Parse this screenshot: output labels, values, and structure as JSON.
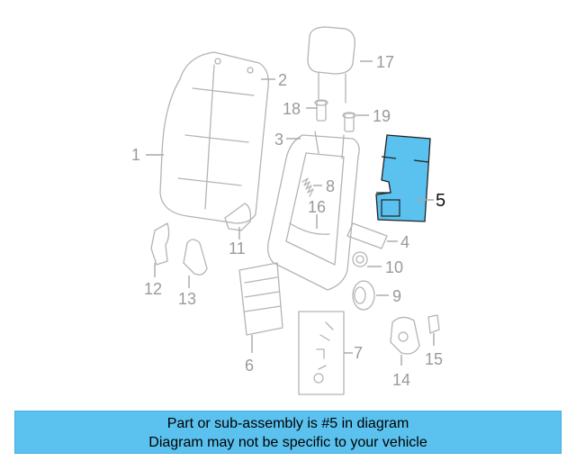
{
  "diagram": {
    "callouts": {
      "c1": "1",
      "c2": "2",
      "c3": "3",
      "c4": "4",
      "c5": "5",
      "c6": "6",
      "c7": "7",
      "c8": "8",
      "c9": "9",
      "c10": "10",
      "c11": "11",
      "c12": "12",
      "c13": "13",
      "c14": "14",
      "c15": "15",
      "c16": "16",
      "c17": "17",
      "c18": "18",
      "c19": "19"
    },
    "highlight_part": "5",
    "highlight_color": "#5bc1ee"
  },
  "banner": {
    "line1": "Part or sub-assembly is #5 in diagram",
    "line2": "Diagram may not be specific to your vehicle",
    "background": "#5bc1ee"
  }
}
